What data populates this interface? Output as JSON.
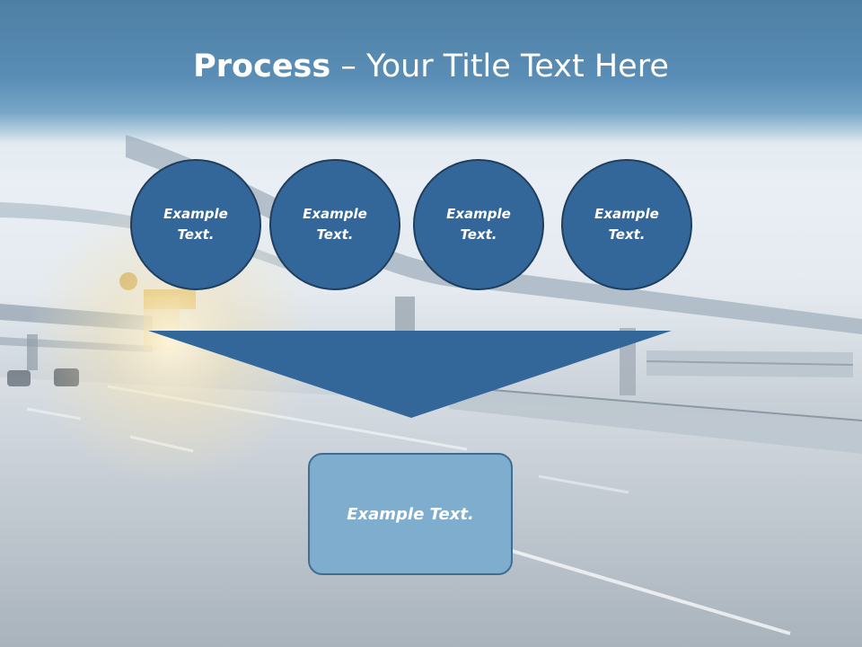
{
  "title": {
    "bold": "Process",
    "rest": " – Your Title Text Here"
  },
  "circles": [
    {
      "label": "Example Text."
    },
    {
      "label": "Example Text."
    },
    {
      "label": "Example Text."
    },
    {
      "label": "Example Text."
    }
  ],
  "result": {
    "label": "Example Text."
  },
  "colors": {
    "title_band": "#5a8eb6",
    "circle_fill": "#336699",
    "circle_border": "#1f3f5c",
    "funnel_fill": "#336699",
    "box_fill": "#7fadcd",
    "box_border": "#3f6e92",
    "text": "#ffffff"
  }
}
